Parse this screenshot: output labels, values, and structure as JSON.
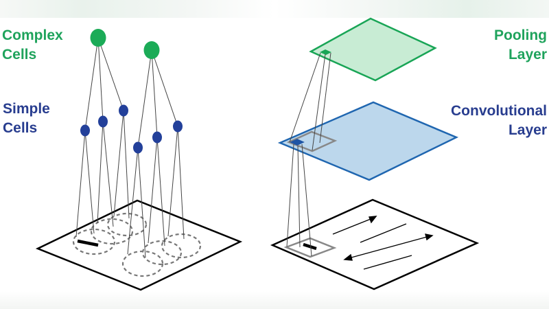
{
  "labels": {
    "complex_cells": [
      "Complex",
      "Cells"
    ],
    "simple_cells": [
      "Simple",
      "Cells"
    ],
    "pooling_layer": [
      "Pooling",
      "Layer"
    ],
    "convolutional_layer": [
      "Convolutional",
      "Layer"
    ]
  },
  "colors": {
    "green_text": "#1fa35c",
    "blue_text": "#283d8f",
    "complex_cell": "#1bab57",
    "simple_cell": "#23409a",
    "pooling_fill": "#c8ecd4",
    "pooling_stroke": "#19a556",
    "conv_fill": "#bcd7ec",
    "conv_stroke": "#1f66b0",
    "receptive_box": "#888888",
    "line": "#444444"
  }
}
